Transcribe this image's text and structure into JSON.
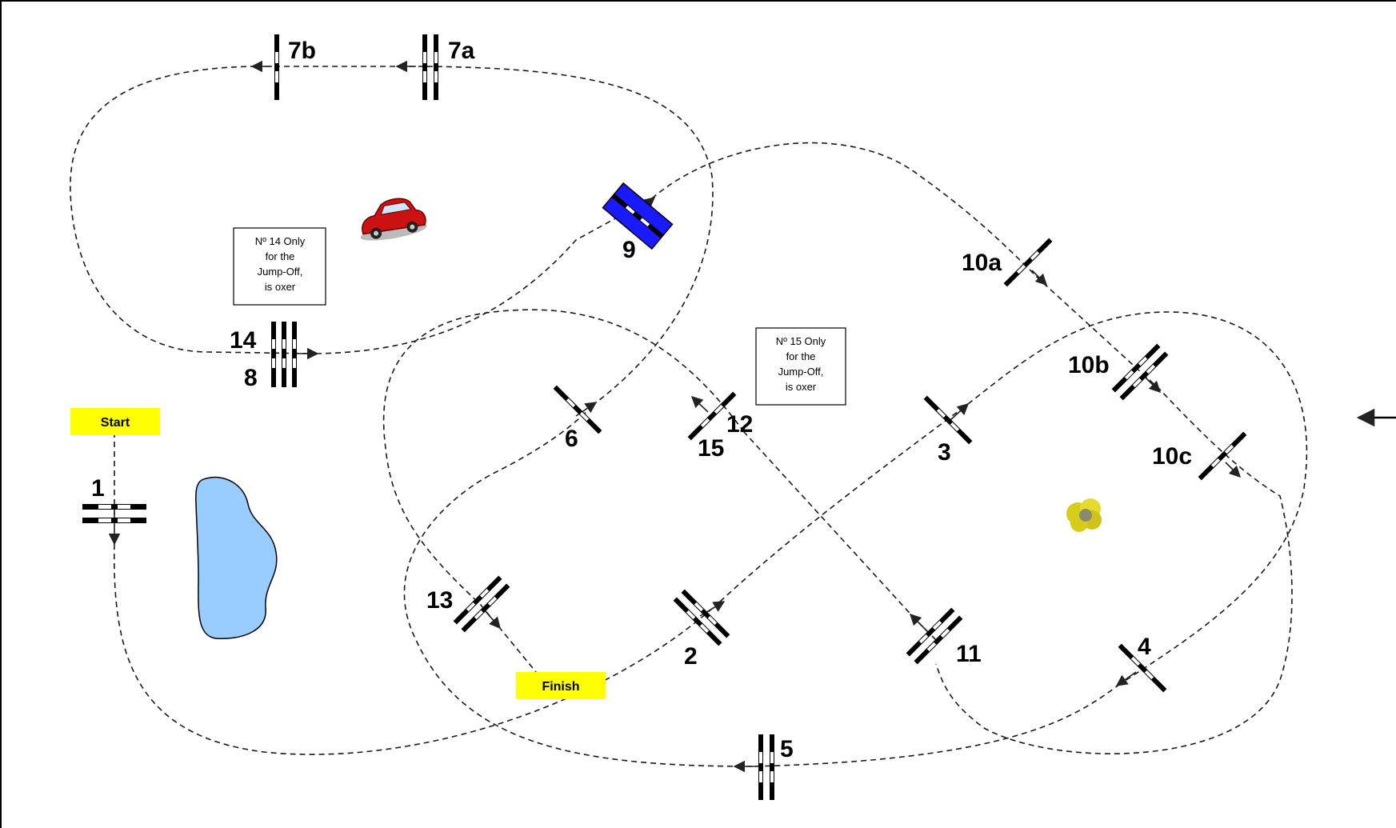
{
  "course": {
    "start_label": "Start",
    "finish_label": "Finish",
    "notes": [
      {
        "lines": [
          "Nº 14 Only",
          "for the",
          "Jump-Off,",
          "is oxer"
        ]
      },
      {
        "lines": [
          "Nº 15 Only",
          "for the",
          "Jump-Off,",
          "is oxer"
        ]
      }
    ],
    "jumps": [
      "1",
      "2",
      "3",
      "4",
      "5",
      "6",
      "7a",
      "7b",
      "8",
      "9",
      "10a",
      "10b",
      "10c",
      "11",
      "12",
      "13",
      "14",
      "15"
    ],
    "icons": [
      "car-icon",
      "pond-icon",
      "bush-icon",
      "entrance-arrow-icon"
    ],
    "colors": {
      "fence_bar": "#000000",
      "fence_stripe": "#ffffff",
      "jump_9": "#1a1aff",
      "pond": "#99ccff",
      "label": "#ffff00",
      "car": "#cc1111",
      "bush": "#d8cc1a"
    }
  }
}
